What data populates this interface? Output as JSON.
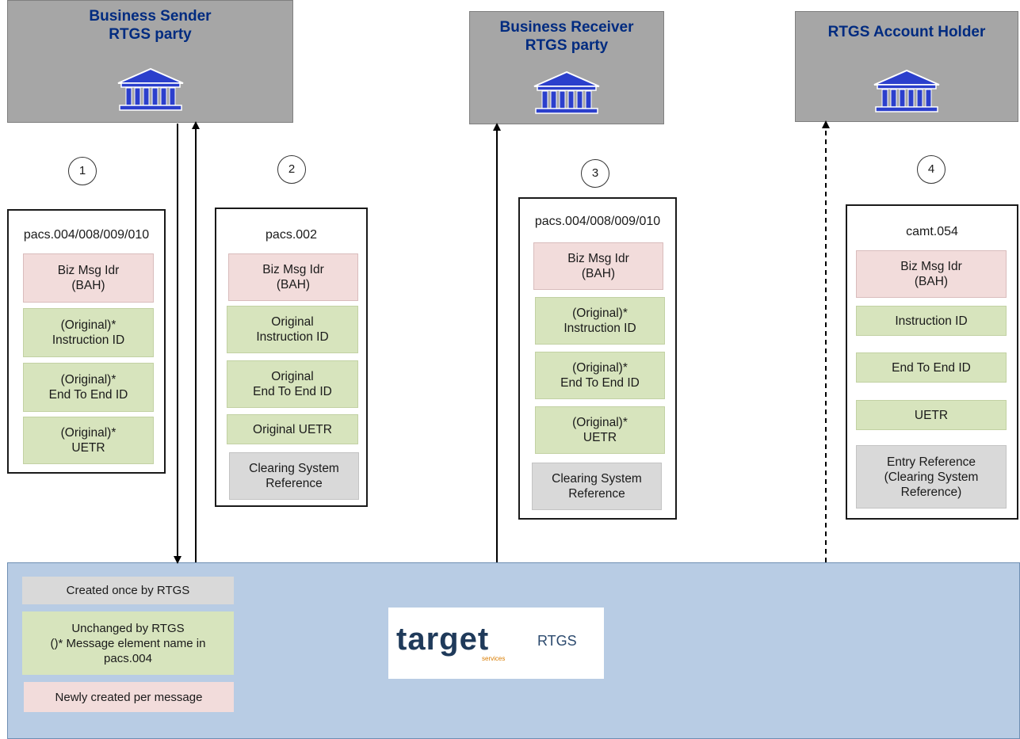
{
  "parties": [
    {
      "id": "sender",
      "title": "Business Sender\nRTGS party"
    },
    {
      "id": "receiver",
      "title": "Business Receiver\nRTGS party"
    },
    {
      "id": "holder",
      "title": "RTGS Account Holder"
    }
  ],
  "steps": [
    "1",
    "2",
    "3",
    "4"
  ],
  "messages": [
    {
      "title": "pacs.004/008/009/010",
      "fields": [
        {
          "text": "Biz Msg Idr\n(BAH)",
          "color": "pink"
        },
        {
          "text": "(Original)*\nInstruction ID",
          "color": "green"
        },
        {
          "text": "(Original)*\nEnd To End ID",
          "color": "green"
        },
        {
          "text": "(Original)*\nUETR",
          "color": "green"
        }
      ]
    },
    {
      "title": "pacs.002",
      "fields": [
        {
          "text": "Biz Msg Idr\n(BAH)",
          "color": "pink"
        },
        {
          "text": "Original\nInstruction ID",
          "color": "green"
        },
        {
          "text": "Original\nEnd To End ID",
          "color": "green"
        },
        {
          "text": "Original UETR",
          "color": "green"
        },
        {
          "text": "Clearing System\nReference",
          "color": "grey"
        }
      ]
    },
    {
      "title": "pacs.004/008/009/010",
      "fields": [
        {
          "text": "Biz Msg Idr\n(BAH)",
          "color": "pink"
        },
        {
          "text": "(Original)*\nInstruction ID",
          "color": "green"
        },
        {
          "text": "(Original)*\nEnd To End ID",
          "color": "green"
        },
        {
          "text": "(Original)*\nUETR",
          "color": "green"
        },
        {
          "text": "Clearing System\nReference",
          "color": "grey"
        }
      ]
    },
    {
      "title": "camt.054",
      "fields": [
        {
          "text": "Biz Msg Idr\n(BAH)",
          "color": "pink"
        },
        {
          "text": "Instruction ID",
          "color": "green"
        },
        {
          "text": "End To End ID",
          "color": "green"
        },
        {
          "text": "UETR",
          "color": "green"
        },
        {
          "text": "Entry Reference\n(Clearing System\nReference)",
          "color": "grey"
        }
      ]
    }
  ],
  "legend": [
    {
      "text": "Created once by RTGS",
      "color": "grey"
    },
    {
      "text": "Unchanged by RTGS\n()* Message element name in\npacs.004",
      "color": "green"
    },
    {
      "text": "Newly created per message",
      "color": "pink"
    }
  ],
  "logo": {
    "brand": "target",
    "sub": "services",
    "product": "RTGS"
  },
  "colors": {
    "pink": "#f2dcdb",
    "green": "#d7e4bd",
    "grey": "#d9d9d9",
    "party": "#a6a6a6",
    "platform": "#b8cce4",
    "title": "#002b80"
  },
  "icons": {
    "party": "bank-building-icon"
  }
}
